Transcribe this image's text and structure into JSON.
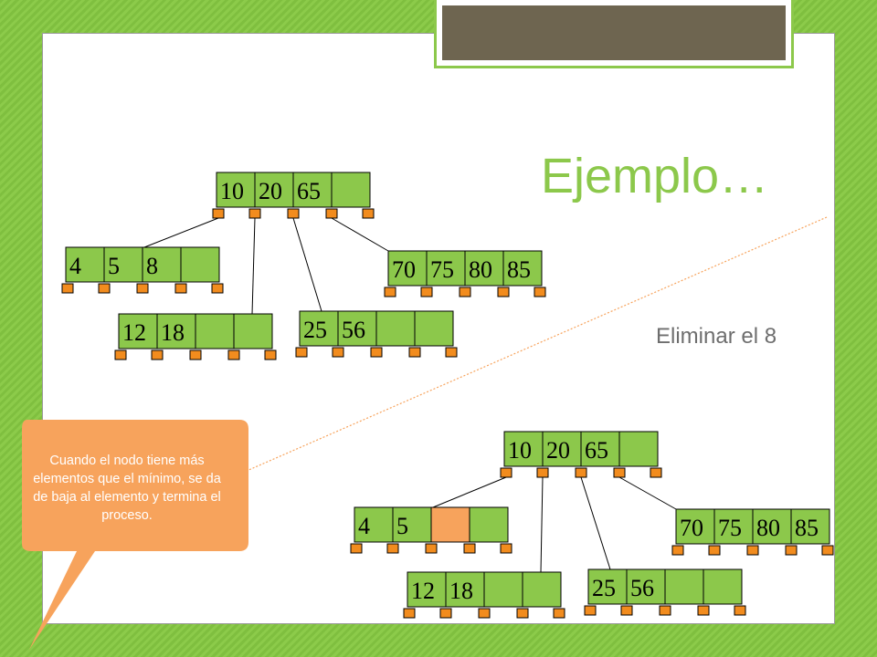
{
  "title": "Ejemplo…",
  "subtitle": "Eliminar el 8",
  "callout": {
    "text": "Cuando el nodo tiene más elementos que el mínimo, se da de baja al elemento y termina el proceso."
  },
  "colors": {
    "node": "#8cc84b",
    "pointer": "#f28c1e",
    "highlight": "#f7a35c",
    "callout": "#f7a35c",
    "title": "#8cc84b",
    "background": "#7fbf3f"
  },
  "before_tree": {
    "root": [
      "10",
      "20",
      "65",
      ""
    ],
    "children": [
      [
        "4",
        "5",
        "8",
        ""
      ],
      [
        "12",
        "18",
        "",
        ""
      ],
      [
        "25",
        "56",
        "",
        ""
      ],
      [
        "70",
        "75",
        "80",
        "85"
      ]
    ]
  },
  "after_tree": {
    "root": [
      "10",
      "20",
      "65",
      ""
    ],
    "children": [
      [
        "4",
        "5",
        "",
        ""
      ],
      [
        "12",
        "18",
        "",
        ""
      ],
      [
        "25",
        "56",
        "",
        ""
      ],
      [
        "70",
        "75",
        "80",
        "85"
      ]
    ]
  }
}
